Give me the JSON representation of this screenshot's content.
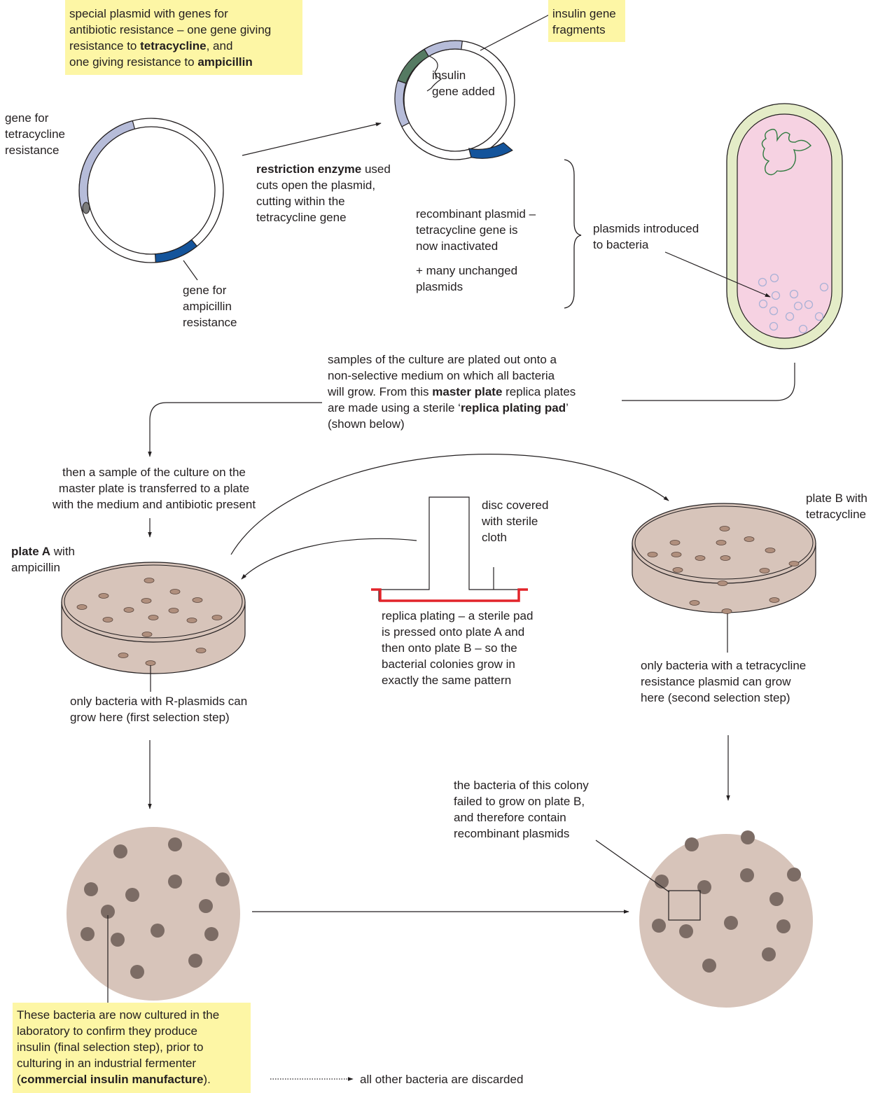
{
  "colors": {
    "highlight": "#fdf6a5",
    "plate_fill": "#d7c4ba",
    "colony_fill": "#b08f7d",
    "colony_dark": "#7c6c65",
    "gene_light": "#b6bcd9",
    "gene_dark": "#14549b",
    "gene_green": "#557a62",
    "cell_wall": "#e4ecc7",
    "cytoplasm": "#f6d2e2",
    "pad_red": "#e2242a",
    "plasmid_circle": "#a9b1d6"
  },
  "labels": {
    "special_plasmid": {
      "line1": "special plasmid with genes for",
      "line2": "antibiotic resistance – one gene giving",
      "line3_a": "resistance to ",
      "line3_b": "tetracycline",
      "line3_c": ", and",
      "line4_a": "one giving resistance to ",
      "line4_b": "ampicillin"
    },
    "tetracycline_gene": {
      "line1": "gene for",
      "line2": "tetracycline",
      "line3": "resistance"
    },
    "ampicillin_gene": {
      "line1": "gene for",
      "line2": "ampicillin",
      "line3": "resistance"
    },
    "restriction": {
      "line1_a": "restriction enzyme",
      "line1_b": " used",
      "line2": "cuts open the plasmid,",
      "line3": "cutting within the",
      "line4": "tetracycline gene"
    },
    "insulin_fragments": {
      "line1": "insulin gene",
      "line2": "fragments"
    },
    "insulin_added": {
      "line1": "insulin",
      "line2": "gene added"
    },
    "recombinant": {
      "line1": "recombinant plasmid –",
      "line2": "tetracycline gene is",
      "line3": "now inactivated",
      "line4": "+ many unchanged",
      "line5": "plasmids"
    },
    "introduced": {
      "line1": "plasmids introduced",
      "line2": "to bacteria"
    },
    "samples": {
      "line1": "samples of the culture are plated out onto a",
      "line2": "non-selective medium on which all bacteria",
      "line3_a": "will grow. From this ",
      "line3_b": "master plate",
      "line3_c": " replica plates",
      "line4_a": "are made using a sterile ‘",
      "line4_b": "replica plating pad",
      "line4_c": "’",
      "line5": "(shown below)"
    },
    "transfer": {
      "line1": "then a sample of the culture on the",
      "line2": "master plate is transferred to a plate",
      "line3": "with the medium and antibiotic present"
    },
    "plate_a": {
      "line1_a": "plate A",
      "line1_b": " with",
      "line2": "ampicillin"
    },
    "plate_b": {
      "line1": "plate B with",
      "line2": "tetracycline"
    },
    "disc": {
      "line1": "disc covered",
      "line2": "with sterile",
      "line3": "cloth"
    },
    "replica": {
      "line1": "replica plating – a sterile pad",
      "line2": "is pressed onto plate A and",
      "line3": "then onto plate B – so the",
      "line4": "bacterial colonies grow in",
      "line5": "exactly the same pattern"
    },
    "r_plasmids": {
      "line1": "only bacteria with R-plasmids can",
      "line2": "grow here (first selection step)"
    },
    "tet_plasmid": {
      "line1": "only bacteria with a tetracycline",
      "line2": "resistance plasmid can grow",
      "line3": "here (second selection step)"
    },
    "failed": {
      "line1": "the bacteria of this colony",
      "line2": "failed to grow on plate B,",
      "line3": "and therefore contain",
      "line4": "recombinant plasmids"
    },
    "cultured": {
      "line1": "These bacteria are now cultured in the",
      "line2": "laboratory to confirm they produce",
      "line3": "insulin (final selection step), prior to",
      "line4": "culturing in an industrial fermenter",
      "line5_a": "(",
      "line5_b": "commercial insulin manufacture",
      "line5_c": ")."
    },
    "discarded": "all other bacteria are discarded"
  }
}
